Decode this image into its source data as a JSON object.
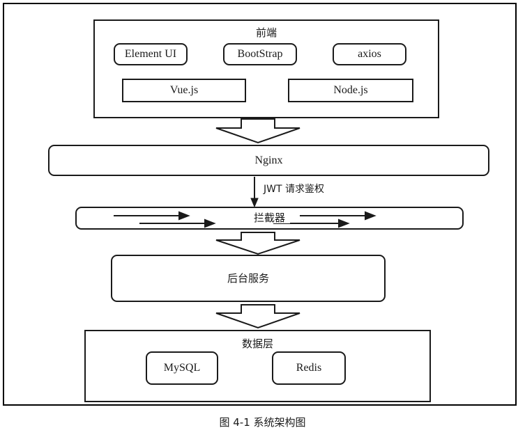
{
  "figure": {
    "caption": "图 4-1  系统架构图",
    "edge_label_jwt": "JWT 请求鉴权"
  },
  "layers": {
    "frontend": {
      "title": "前端",
      "items_row1": [
        {
          "label": "Element UI"
        },
        {
          "label": "BootStrap"
        },
        {
          "label": "axios"
        }
      ],
      "items_row2": [
        {
          "label": "Vue.js"
        },
        {
          "label": "Node.js"
        }
      ]
    },
    "nginx": {
      "label": "Nginx"
    },
    "interceptor": {
      "label": "拦截器"
    },
    "backend": {
      "label": "后台服务"
    },
    "data_layer": {
      "title": "数据层",
      "items": [
        {
          "label": "MySQL"
        },
        {
          "label": "Redis"
        }
      ]
    }
  },
  "colors": {
    "stroke": "#1a1a1a",
    "background": "#ffffff",
    "text": "#1a1a1a"
  }
}
